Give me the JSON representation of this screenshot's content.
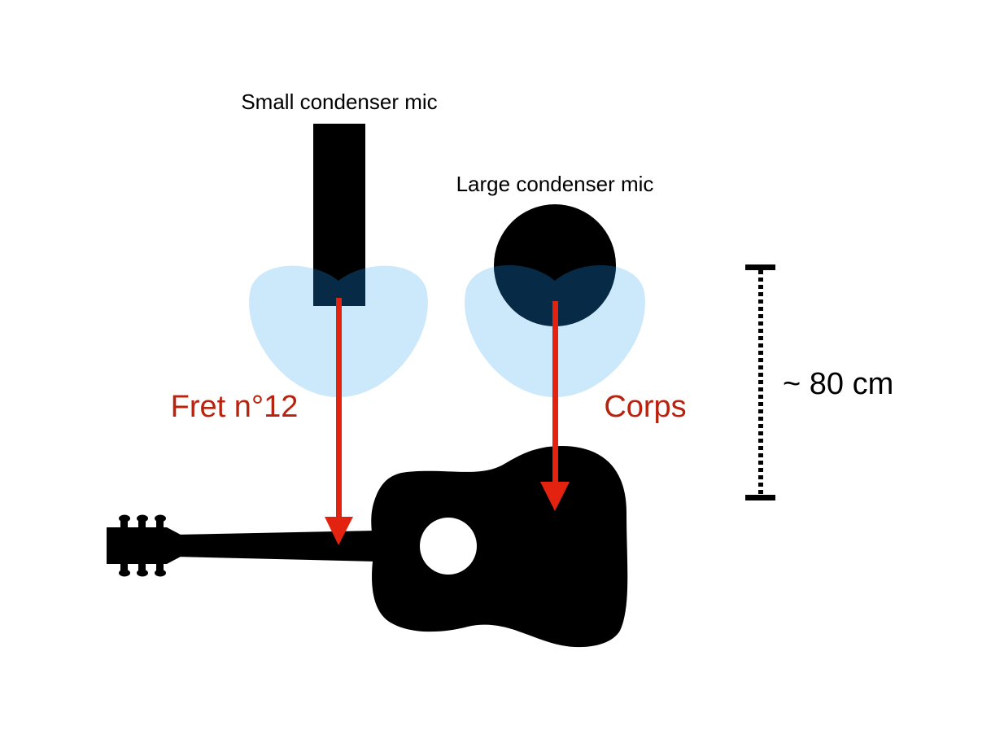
{
  "labels": {
    "small_mic": "Small condenser mic",
    "large_mic": "Large condenser mic",
    "fret_target": "Fret n°12",
    "body_target": "Corps",
    "distance": "~ 80 cm"
  },
  "colors": {
    "label_red": "#b8220f",
    "arrow_red": "#e3220f",
    "pickup_pattern": "#cce8fb",
    "pickup_overlap": "#072a47",
    "silhouette": "#000000"
  },
  "icons": {
    "small_mic": "small-condenser-mic-icon",
    "large_mic": "large-condenser-mic-icon",
    "guitar": "acoustic-guitar-icon"
  }
}
